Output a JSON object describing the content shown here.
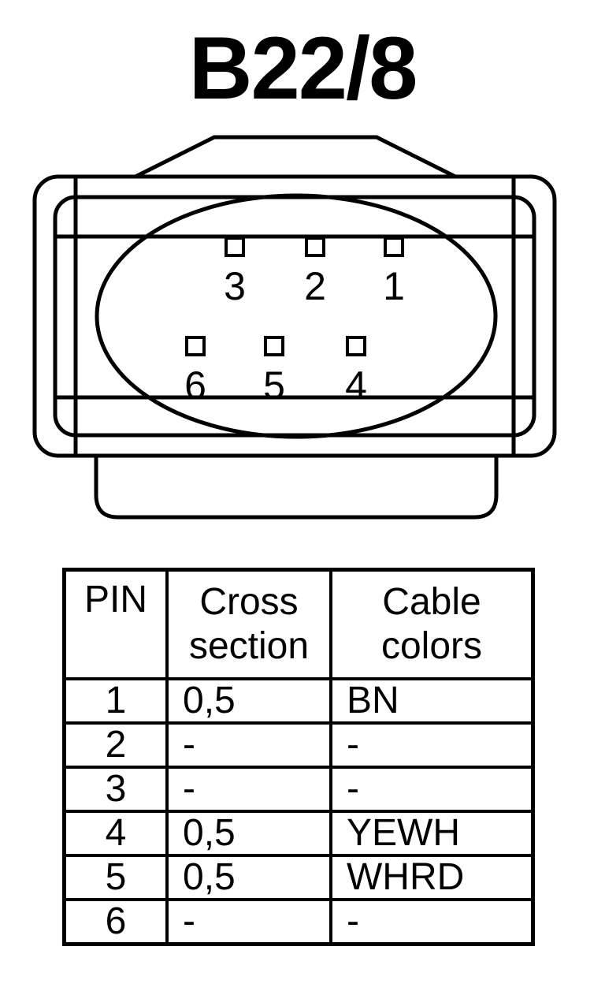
{
  "title": "B22/8",
  "connector": {
    "pins": [
      {
        "label": "3",
        "row": 1,
        "col": 1
      },
      {
        "label": "2",
        "row": 1,
        "col": 2
      },
      {
        "label": "1",
        "row": 1,
        "col": 3
      },
      {
        "label": "6",
        "row": 2,
        "col": 1
      },
      {
        "label": "5",
        "row": 2,
        "col": 2
      },
      {
        "label": "4",
        "row": 2,
        "col": 3
      }
    ]
  },
  "table": {
    "headers": {
      "pin": "PIN",
      "cross_line1": "Cross",
      "cross_line2": "section",
      "color_line1": "Cable",
      "color_line2": "colors"
    },
    "rows": [
      {
        "pin": "1",
        "cross": "0,5",
        "color": "BN"
      },
      {
        "pin": "2",
        "cross": "-",
        "color": "-"
      },
      {
        "pin": "3",
        "cross": "-",
        "color": "-"
      },
      {
        "pin": "4",
        "cross": "0,5",
        "color": "YEWH"
      },
      {
        "pin": "5",
        "cross": "0,5",
        "color": "WHRD"
      },
      {
        "pin": "6",
        "cross": "-",
        "color": "-"
      }
    ]
  }
}
